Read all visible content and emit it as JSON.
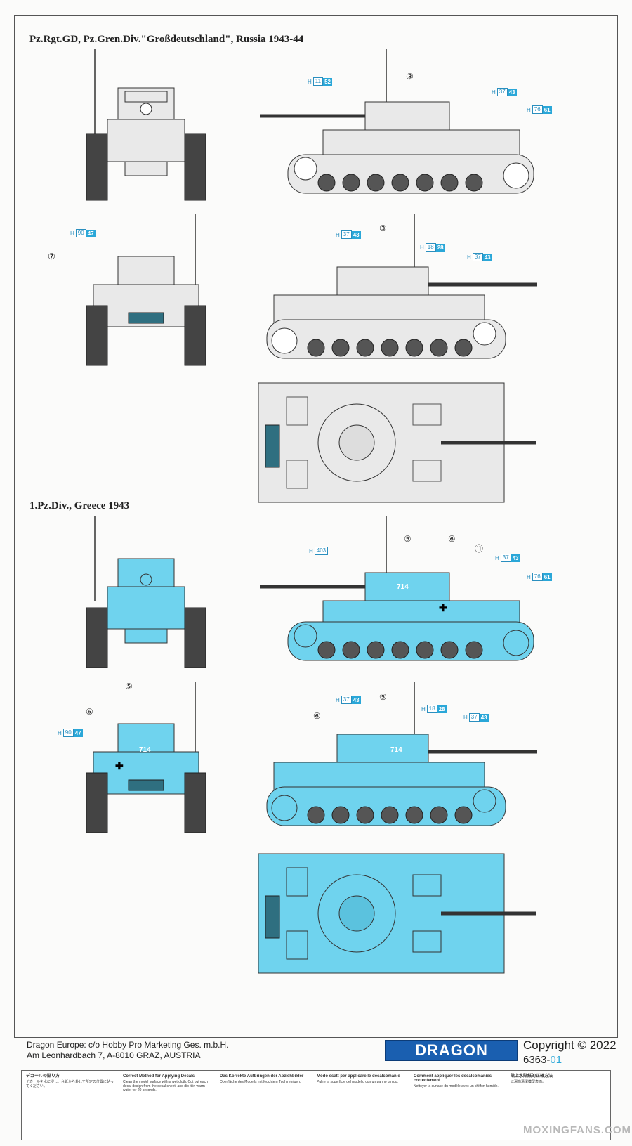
{
  "sections": [
    {
      "title": "Pz.Rgt.GD, Pz.Gren.Div.\"Großdeutschland\", Russia 1943-44"
    },
    {
      "title": "1.Pz.Div., Greece 1943"
    }
  ],
  "colors": {
    "gray_scheme": "#e9e9e9",
    "blue_scheme": "#6fd3ee",
    "accent": "#2aa7d8",
    "line": "#333333"
  },
  "decals": {
    "s1_side_top": [
      {
        "h": "H",
        "a": "11",
        "b": "52"
      },
      {
        "h": "H",
        "a": "37",
        "b": "43"
      },
      {
        "h": "H",
        "a": "76",
        "b": "61"
      }
    ],
    "s1_side_bottom": [
      {
        "h": "H",
        "a": "37",
        "b": "43"
      },
      {
        "h": "H",
        "a": "18",
        "b": "28"
      },
      {
        "h": "H",
        "a": "37",
        "b": "43"
      }
    ],
    "s1_rear": {
      "h": "H",
      "a": "90",
      "b": "47"
    },
    "s2_side_top": [
      {
        "h": "H",
        "a": "403"
      },
      {
        "h": "H",
        "a": "37",
        "b": "43"
      },
      {
        "h": "H",
        "a": "76",
        "b": "61"
      }
    ],
    "s2_side_bottom": [
      {
        "h": "H",
        "a": "37",
        "b": "43"
      },
      {
        "h": "H",
        "a": "18",
        "b": "28"
      },
      {
        "h": "H",
        "a": "37",
        "b": "43"
      }
    ],
    "s2_rear": {
      "h": "H",
      "a": "90",
      "b": "47"
    }
  },
  "callouts": {
    "c3": "③",
    "c7": "⑦",
    "c5": "⑤",
    "c6": "⑥",
    "c11": "⑪"
  },
  "tank_markings": {
    "number": "714"
  },
  "footer": {
    "address_line1": "Dragon Europe: c/o Hobby Pro Marketing Ges. m.b.H.",
    "address_line2": "Am Leonhardbach 7, A-8010 GRAZ, AUSTRIA",
    "logo_text": "DRAGON",
    "copyright": "Copyright © 2022",
    "product_code_main": "6363-",
    "product_code_variant": "01"
  },
  "instructions": [
    {
      "heading": "デカールの貼り方",
      "text": "デカールを水に浸し、台紙から外して所定の位置に貼ってください。"
    },
    {
      "heading": "Correct Method for Applying Decals",
      "text": "Clean the model surface with a wet cloth. Cut out each decal design from the decal sheet, and dip it in warm water for 20 seconds."
    },
    {
      "heading": "Das Korrekte Aufbringen der Abziehbilder",
      "text": "Oberfläche des Modells mit feuchtem Tuch reinigen."
    },
    {
      "heading": "Modo esatt per applicare le decalcomanie",
      "text": "Pulire la superficie del modello con un panno umido."
    },
    {
      "heading": "Comment appliquer les decalcomanies correctement",
      "text": "Nettoyer la surface du modèle avec un chiffon humide."
    },
    {
      "heading": "貼上水貼紙的正確方法",
      "text": "以濕布清潔模型表面。"
    }
  ],
  "watermark": "MOXINGFANS.COM"
}
